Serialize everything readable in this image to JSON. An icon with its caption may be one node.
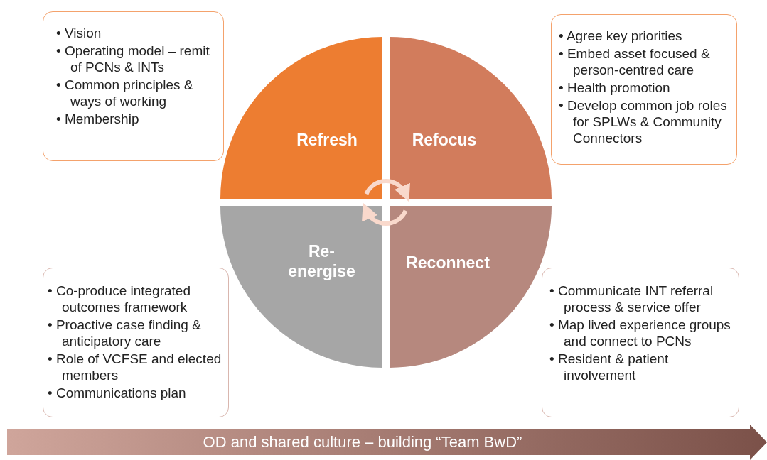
{
  "diagram": {
    "nodes": [
      {
        "text": [
          "• Vision",
          "• Operating model – remit of PCNs & INTs",
          "• Common principles & ways of working",
          "• Membership"
        ]
      },
      {
        "text": [
          "• Agree key priorities",
          "• Embed asset focused & person-centred care",
          "• Health promotion",
          "• Develop common job roles for SPLWs & Community Connectors"
        ]
      },
      {
        "text": [
          "Refresh"
        ]
      },
      {
        "text": [
          "Refocus"
        ]
      },
      {
        "text": [
          "Re-energise"
        ]
      },
      {
        "text": [
          "Reconnect"
        ]
      },
      {
        "text": [
          "• Co-produce integrated outcomes framework",
          "• Proactive case finding & anticipatory care",
          "• Role of VCFSE and elected members",
          "• Communications plan"
        ]
      },
      {
        "text": [
          "• Communicate INT referral process & service offer",
          "• Map lived experience groups and connect to PCNs",
          "• Resident & patient involvement"
        ]
      },
      {
        "text": [
          "OD and shared culture – building “Team BwD”"
        ]
      }
    ],
    "edges": [
      {
        "from": 2,
        "to": 3,
        "arrow": "to"
      },
      {
        "from": 5,
        "to": 4,
        "arrow": "to"
      }
    ]
  }
}
